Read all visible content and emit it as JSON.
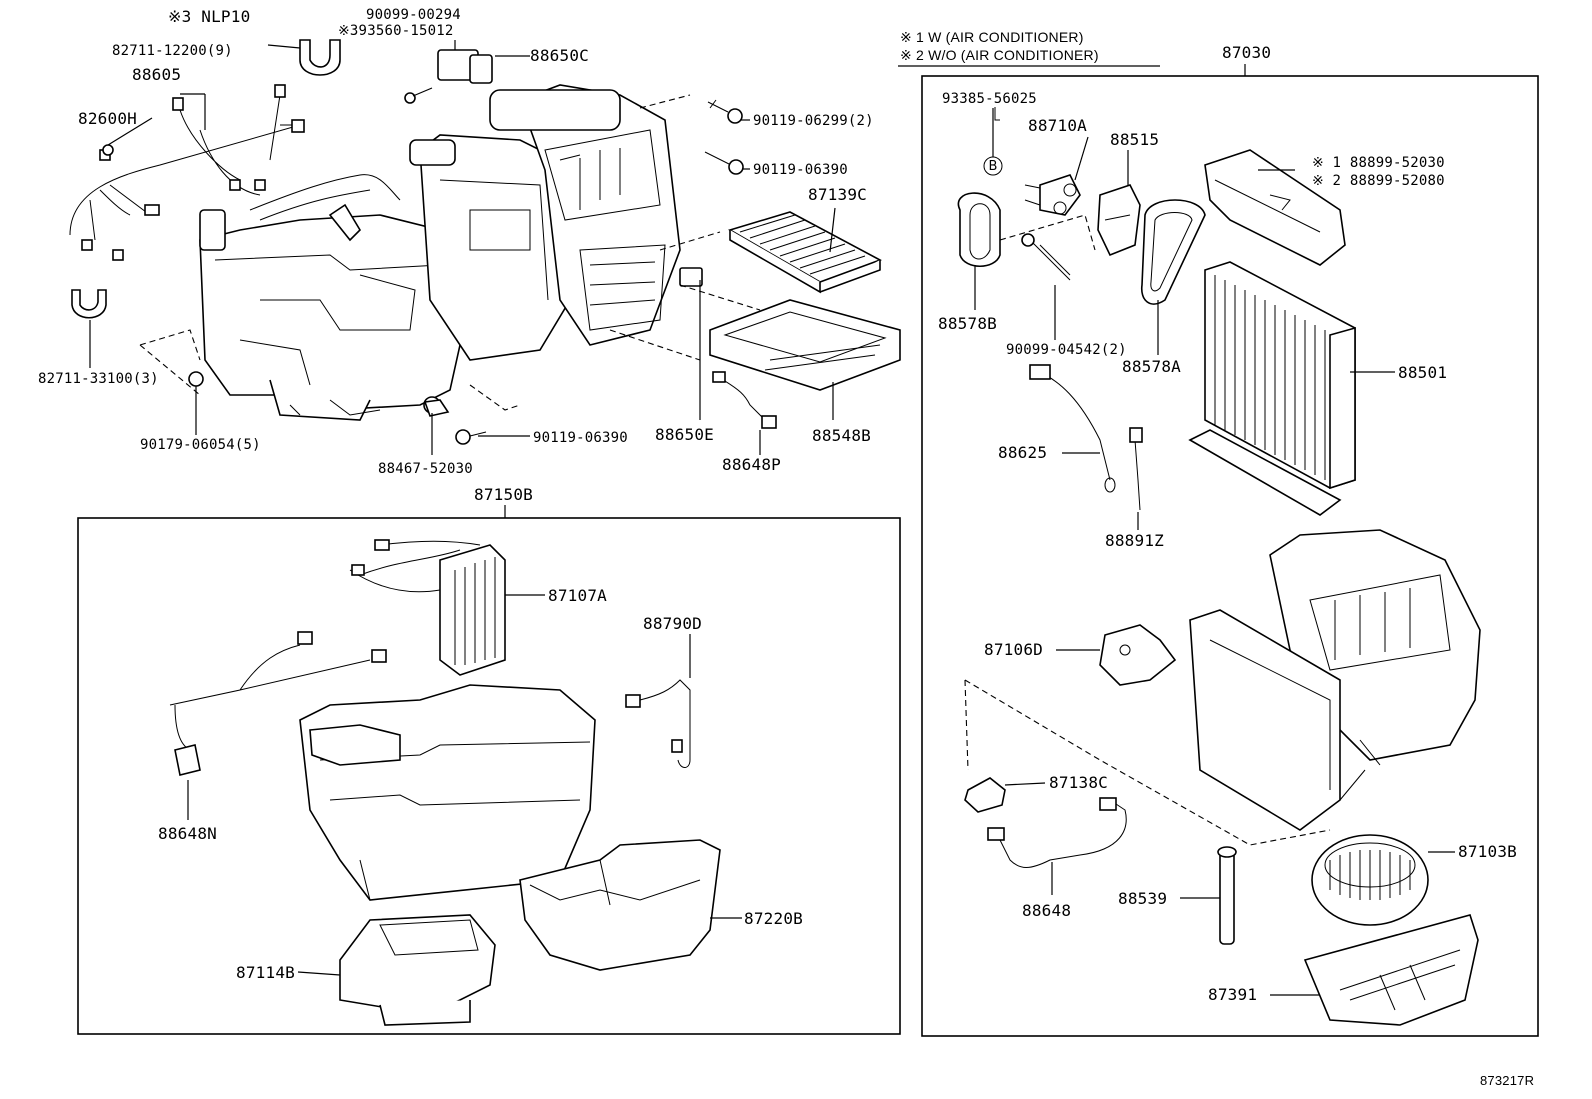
{
  "notes": {
    "note1": "※ 1 W (AIR CONDITIONER)",
    "note2": "※ 2 W/O (AIR CONDITIONER)"
  },
  "footer": {
    "ref": "873217R"
  },
  "labels": {
    "nlp10": "※3 NLP10",
    "p90099_00294": "90099-00294",
    "p93560_15012": "※393560-15012",
    "p82711_12200": "82711-12200(9)",
    "p88650C": "88650C",
    "p88605": "88605",
    "p82600H": "82600H",
    "p90119_06299": "90119-06299(2)",
    "p90119_06390a": "90119-06390",
    "p87139C": "87139C",
    "p82711_33100": "82711-33100(3)",
    "p90179_06054": "90179-06054(5)",
    "p90119_06390b": "90119-06390",
    "p88650E": "88650E",
    "p88648P": "88648P",
    "p88548B": "88548B",
    "p88467_52030": "88467-52030",
    "p87150B": "87150B",
    "p87107A": "87107A",
    "p88790D": "88790D",
    "p88648N": "88648N",
    "p87220B": "87220B",
    "p87114B": "87114B",
    "p87030": "87030",
    "p93385_56025": "93385-56025",
    "p88710A": "88710A",
    "p88515": "88515",
    "p88899_52030": "※ 1  88899-52030",
    "p88899_52080": "※ 2  88899-52080",
    "p88578B": "88578B",
    "p90099_04542": "90099-04542(2)",
    "p88578A": "88578A",
    "p88501": "88501",
    "p88625": "88625",
    "p88891Z": "88891Z",
    "p87106D": "87106D",
    "p87138C": "87138C",
    "p88648": "88648",
    "p88539": "88539",
    "p87103B": "87103B",
    "p87391": "87391",
    "circleB": "B"
  }
}
